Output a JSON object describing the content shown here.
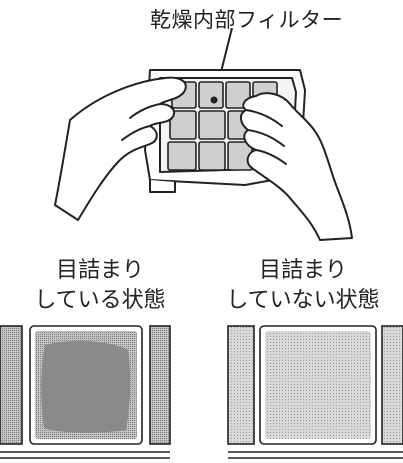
{
  "illustration": {
    "label": "乾燥内部フィルター"
  },
  "comparison": {
    "clogged": {
      "line1": "目詰まり",
      "line2": "している状態"
    },
    "not_clogged": {
      "line1": "目詰まり",
      "line2": "していない状態"
    }
  },
  "colors": {
    "ink": "#222222",
    "mesh_light": "#cfcfcf",
    "mesh_dark": "#8a8a8a",
    "frame": "#ffffff"
  }
}
